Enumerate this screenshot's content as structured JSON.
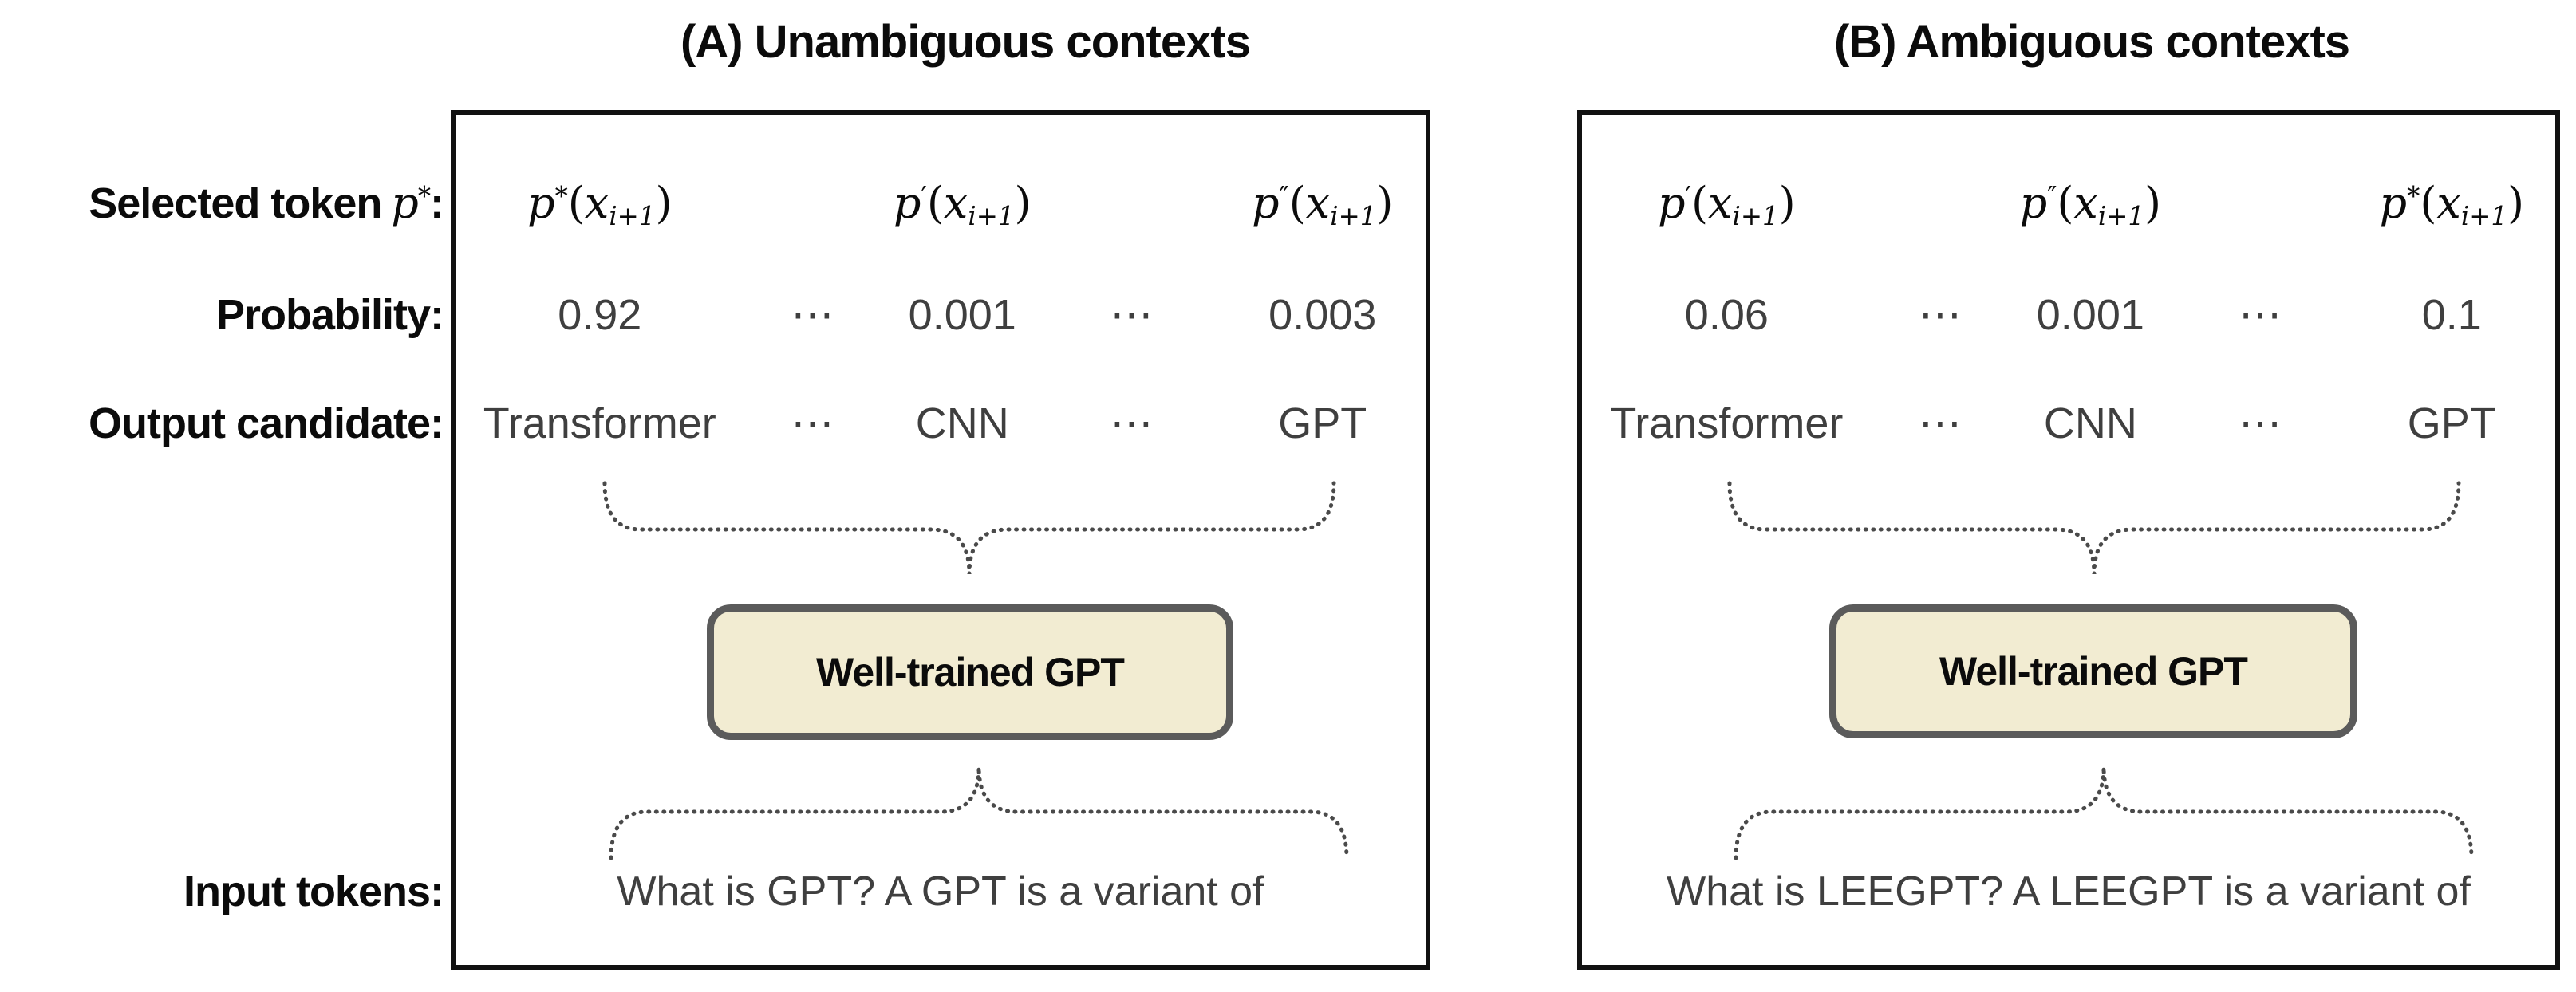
{
  "figure": {
    "panels": [
      {
        "id": "A",
        "title": "(A) Unambiguous contexts",
        "tokens": [
          {
            "sup": "*"
          },
          {
            "sup": "′"
          },
          {
            "sup": "″"
          }
        ],
        "dots": "⋯",
        "probs": [
          "0.92",
          "0.001",
          "0.003"
        ],
        "candidates": [
          "Transformer",
          "CNN",
          "GPT"
        ],
        "model_label": "Well-trained GPT",
        "input_text": "What is GPT? A GPT is a variant of"
      },
      {
        "id": "B",
        "title": "(B) Ambiguous contexts",
        "tokens": [
          {
            "sup": "′"
          },
          {
            "sup": "″"
          },
          {
            "sup": "*"
          }
        ],
        "dots": "⋯",
        "probs": [
          "0.06",
          "0.001",
          "0.1"
        ],
        "candidates": [
          "Transformer",
          "CNN",
          "GPT"
        ],
        "model_label": "Well-trained GPT",
        "input_text": "What is LEEGPT? A LEEGPT is a variant of"
      }
    ],
    "row_labels": {
      "selected_prefix": "Selected token",
      "selected_colon": ":",
      "probability": "Probability:",
      "output_candidate": "Output candidate:",
      "input_tokens": "Input tokens:"
    },
    "math": {
      "base": "p",
      "star": "*",
      "open": "(",
      "var": "x",
      "sub": "i+1",
      "close": ")"
    },
    "colors": {
      "panel_border": "#111111",
      "model_box_fill": "#f2ecd2",
      "model_box_border": "#5b5b5b",
      "muted_text": "#3f3f3f",
      "brace_dots": "#4a4a4a",
      "text": "#0b0b0b"
    }
  }
}
